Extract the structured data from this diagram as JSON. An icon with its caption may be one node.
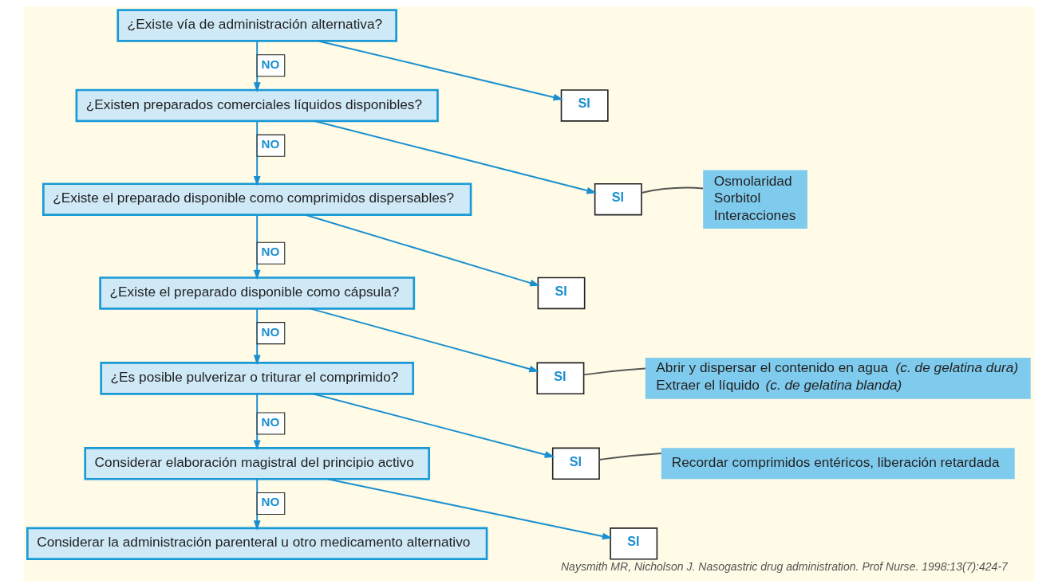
{
  "diagram": {
    "caption": "Naysmith MR, Nicholson J. Nasogastric drug administration. Prof Nurse. 1998:13(7):424-7",
    "nodes": [
      {
        "text": [
          "¿Existe vía de administración alternativa?"
        ]
      },
      {
        "text": [
          "SI"
        ]
      },
      {
        "text": [
          "¿Existen preparados comerciales líquidos disponibles?"
        ]
      },
      {
        "text": [
          "SI"
        ]
      },
      {
        "text": [
          "Osmolaridad",
          "Sorbitol",
          "Interacciones"
        ]
      },
      {
        "text": [
          "¿Existe el preparado disponible como comprimidos dispersables?"
        ]
      },
      {
        "text": [
          "SI"
        ]
      },
      {
        "text": [
          "¿Existe el preparado disponible como cápsula?"
        ]
      },
      {
        "text": [
          "SI"
        ]
      },
      {
        "text": [
          "Abrir y dispersar el contenido en agua *(c. de gelatina dura)*",
          "Extraer el líquido *(c. de gelatina blanda)*"
        ]
      },
      {
        "text": [
          "¿Es posible pulverizar o triturar el comprimido?"
        ]
      },
      {
        "text": [
          "SI"
        ]
      },
      {
        "text": [
          "Recordar comprimidos entéricos, liberación retardada"
        ]
      },
      {
        "text": [
          "Considerar elaboración magistral del principio activo"
        ]
      },
      {
        "text": [
          "SI"
        ]
      },
      {
        "text": [
          "Considerar la administración parenteral u otro medicamento alternativo"
        ]
      }
    ],
    "edges": [
      {
        "from": 0,
        "to": 2,
        "arrow": "to",
        "label": "NO"
      },
      {
        "from": 0,
        "to": 1,
        "arrow": "to"
      },
      {
        "from": 2,
        "to": 5,
        "arrow": "to",
        "label": "NO"
      },
      {
        "from": 2,
        "to": 3,
        "arrow": "to"
      },
      {
        "from": 3,
        "to": 4,
        "arrow": "none",
        "color": "#555555"
      },
      {
        "from": 5,
        "to": 7,
        "arrow": "to",
        "label": "NO"
      },
      {
        "from": 5,
        "to": 6,
        "arrow": "to"
      },
      {
        "from": 7,
        "to": 10,
        "arrow": "to",
        "label": "NO"
      },
      {
        "from": 7,
        "to": 8,
        "arrow": "to"
      },
      {
        "from": 8,
        "to": 9,
        "arrow": "none",
        "color": "#555555"
      },
      {
        "from": 10,
        "to": 13,
        "arrow": "to",
        "label": "NO"
      },
      {
        "from": 10,
        "to": 11,
        "arrow": "to"
      },
      {
        "from": 11,
        "to": 12,
        "arrow": "none",
        "color": "#555555"
      },
      {
        "from": 13,
        "to": 15,
        "arrow": "to",
        "label": "NO"
      },
      {
        "from": 13,
        "to": 14,
        "arrow": "to"
      }
    ]
  }
}
